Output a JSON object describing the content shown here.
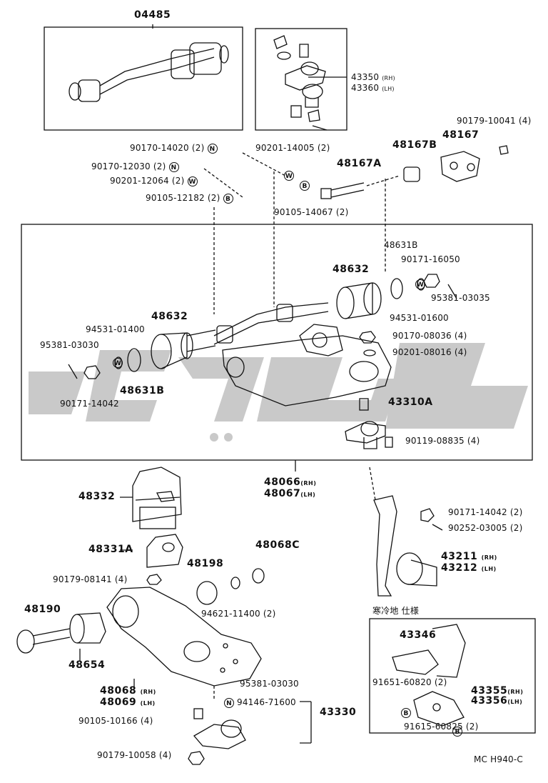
{
  "watermark_color": "#c9c9c9",
  "labels": {
    "p04485": "04485",
    "p43350": "43350",
    "p43350_s": "(RH)",
    "p43360": "43360",
    "p43360_s": "(LH)",
    "p90179_10041": "90179-10041 (4)",
    "p48167": "48167",
    "p48167B": "48167B",
    "p48167A": "48167A",
    "p90170_14020": "90170-14020 (2)",
    "p90201_14005": "90201-14005 (2)",
    "p90170_12030": "90170-12030 (2)",
    "p90201_12064": "90201-12064 (2)",
    "p90105_12182": "90105-12182 (2)",
    "p90105_14067": "90105-14067 (2)",
    "p48631B_top": "48631B",
    "p90171_16050": "90171-16050",
    "p48632_r": "48632",
    "p95381_03035": "95381-03035",
    "p94531_01600": "94531-01600",
    "p94531_01400": "94531-01400",
    "p48632_l": "48632",
    "p95381_03030_top": "95381-03030",
    "p90170_08036": "90170-08036 (4)",
    "p90201_08016": "90201-08016 (4)",
    "p48631B_bot": "48631B",
    "p90171_14042_l": "90171-14042",
    "p43310A": "43310A",
    "p90119_08835": "90119-08835 (4)",
    "p48066": "48066",
    "p48066_s": "(RH)",
    "p48067": "48067",
    "p48067_s": "(LH)",
    "p48332": "48332",
    "p90171_14042_r": "90171-14042 (2)",
    "p90252_03005": "90252-03005 (2)",
    "p48331A": "48331A",
    "p48068C": "48068C",
    "p48198": "48198",
    "p90179_08141": "90179-08141 (4)",
    "p43211": "43211",
    "p43211_s": "(RH)",
    "p43212": "43212",
    "p43212_s": "(LH)",
    "p94621_11400": "94621-11400 (2)",
    "p48190": "48190",
    "p48654": "48654",
    "p48068": "48068",
    "p48068_s": "(RH)",
    "p48069": "48069",
    "p48069_s": "(LH)",
    "p95381_03030_bot": "95381-03030",
    "p94146_71600": "94146-71600",
    "p43330": "43330",
    "p90105_10166": "90105-10166 (4)",
    "p90179_10058": "90179-10058 (4)",
    "cold_spec": "寒冷地 仕様",
    "p43346": "43346",
    "p91651_60820": "91651-60820 (2)",
    "p43355": "43355",
    "p43355_s": "(RH)",
    "p43356": "43356",
    "p43356_s": "(LH)",
    "p91615_60825": "91615-60825 (2)",
    "ref_code": "MC H940-C"
  },
  "symbols": {
    "N": "N",
    "W": "W",
    "B": "B"
  }
}
